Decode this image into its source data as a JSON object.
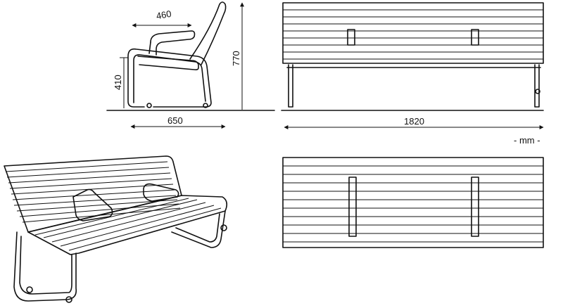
{
  "dimensions": {
    "arm_depth": "460",
    "seat_height": "410",
    "total_height": "770",
    "depth": "650",
    "length": "1820",
    "unit": "- mm -"
  },
  "views": {
    "side": "side-view",
    "front": "front-view",
    "top": "top-view",
    "perspective": "perspective-view"
  },
  "colors": {
    "line": "#111111",
    "background": "#ffffff"
  }
}
